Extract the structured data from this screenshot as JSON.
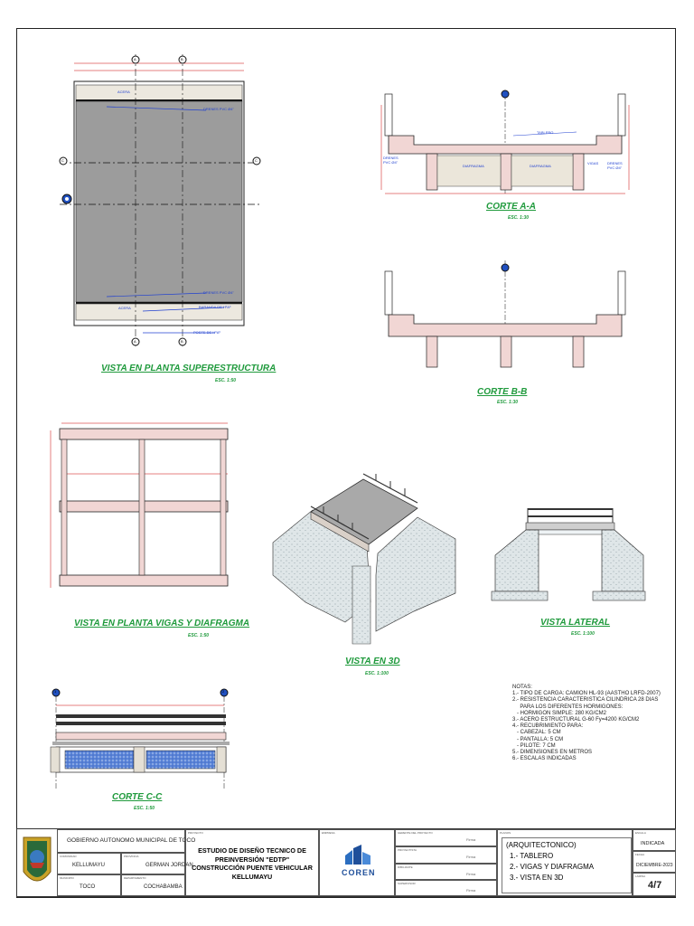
{
  "views": {
    "planta_super": {
      "title": "VISTA EN PLANTA SUPERESTRUCTURA",
      "scale": "ESC. 1:50"
    },
    "corte_aa": {
      "title": "CORTE  A-A",
      "scale": "ESC. 1:30"
    },
    "corte_bb": {
      "title": "CORTE  B-B",
      "scale": "ESC. 1:30"
    },
    "planta_vigas": {
      "title": "VISTA EN PLANTA VIGAS Y DIAFRAGMA",
      "scale": "ESC. 1:50"
    },
    "vista_3d": {
      "title": "VISTA EN 3D",
      "scale": "ESC. 1:100"
    },
    "vista_lateral": {
      "title": "VISTA LATERAL",
      "scale": "ESC. 1:100"
    },
    "corte_cc": {
      "title": "CORTE  C-C",
      "scale": "ESC. 1:50"
    }
  },
  "labels": {
    "acera": "ACERA",
    "drenes": "DRENES PVC Ø4\"",
    "baranda": "BARANDA DE HºAº",
    "poste": "POSTE DE HºAº",
    "tablero": "TABLERO",
    "diafragma": "DIAFRAGMA",
    "vigas": "VIGAS",
    "drenes_short": "DRENES PVC Ø4\"",
    "marker_a": "A",
    "marker_b": "B",
    "marker_c": "C",
    "marker_1": "1",
    "marker_2": "2",
    "marker_3": "3",
    "marker_4": "4"
  },
  "notes": {
    "text": "NOTAS:\n1.- TIPO DE CARGA: CAMION HL-93 (AASTHO LRFD-2007)\n2.- RESISTENCIA CARACTERISTICA CILINDRICA 28 DIAS\n     PARA LOS DIFERENTES HORMIGONES:\n   - HORMIGON SIMPLE: 280 KG/CM2\n3.- ACERO ESTRUCTURAL G-60 Fy=4200 KG/CM2\n4.- RECUBRIMIENTO PARA:\n   - CABEZAL: 5 CM\n   - PANTALLA: 5 CM\n   - PILOTE: 7 CM\n5.- DIMENSIONES EN METROS\n6.- ESCALAS INDICADAS"
  },
  "titleblock": {
    "org": "GOBIERNO AUTONOMO MUNICIPAL DE TOCO",
    "comunidad_label": "COMUNIDAD",
    "comunidad": "KELLUMAYU",
    "provincia_label": "PROVINCIA",
    "provincia": "GERMAN JORDAN",
    "municipio_label": "MUNICIPIO",
    "municipio": "TOCO",
    "departamento_label": "DEPARTAMENTO",
    "departamento": "COCHABAMBA",
    "proyecto_label": "PROYECTO",
    "proyecto": "ESTUDIO DE DISEÑO TECNICO DE PREINVERSIÓN \"EDTP\" CONSTRUCCIÓN PUENTE VEHICULAR KELLUMAYU",
    "empresa_label": "EMPRESA",
    "empresa_logo": "COREN",
    "roles": [
      {
        "label": "GERENTE DEL PROYECTO",
        "firma": "Firma"
      },
      {
        "label": "PROYECTISTA",
        "firma": "Firma"
      },
      {
        "label": "DIBUJANTE",
        "firma": "Firma"
      },
      {
        "label": "SUPERVISOR",
        "firma": "Firma"
      }
    ],
    "planos_label": "PLANOS",
    "planos": [
      "(ARQUITECTONICO)",
      "1.- TABLERO",
      "2.- VIGAS Y DIAFRAGMA",
      "3.- VISTA EN 3D"
    ],
    "escala_label": "ESCALA",
    "escala": "INDICADA",
    "fecha_label": "FECHA",
    "fecha": "DICIEMBRE-2023",
    "lamina_label": "LAMINA",
    "lamina": "4/7"
  },
  "colors": {
    "accent": "#1f9a3c",
    "concrete": "#f1d6d4",
    "deck": "#9c9c9c",
    "dim": "#cc0000",
    "annotation": "#2040d0"
  }
}
